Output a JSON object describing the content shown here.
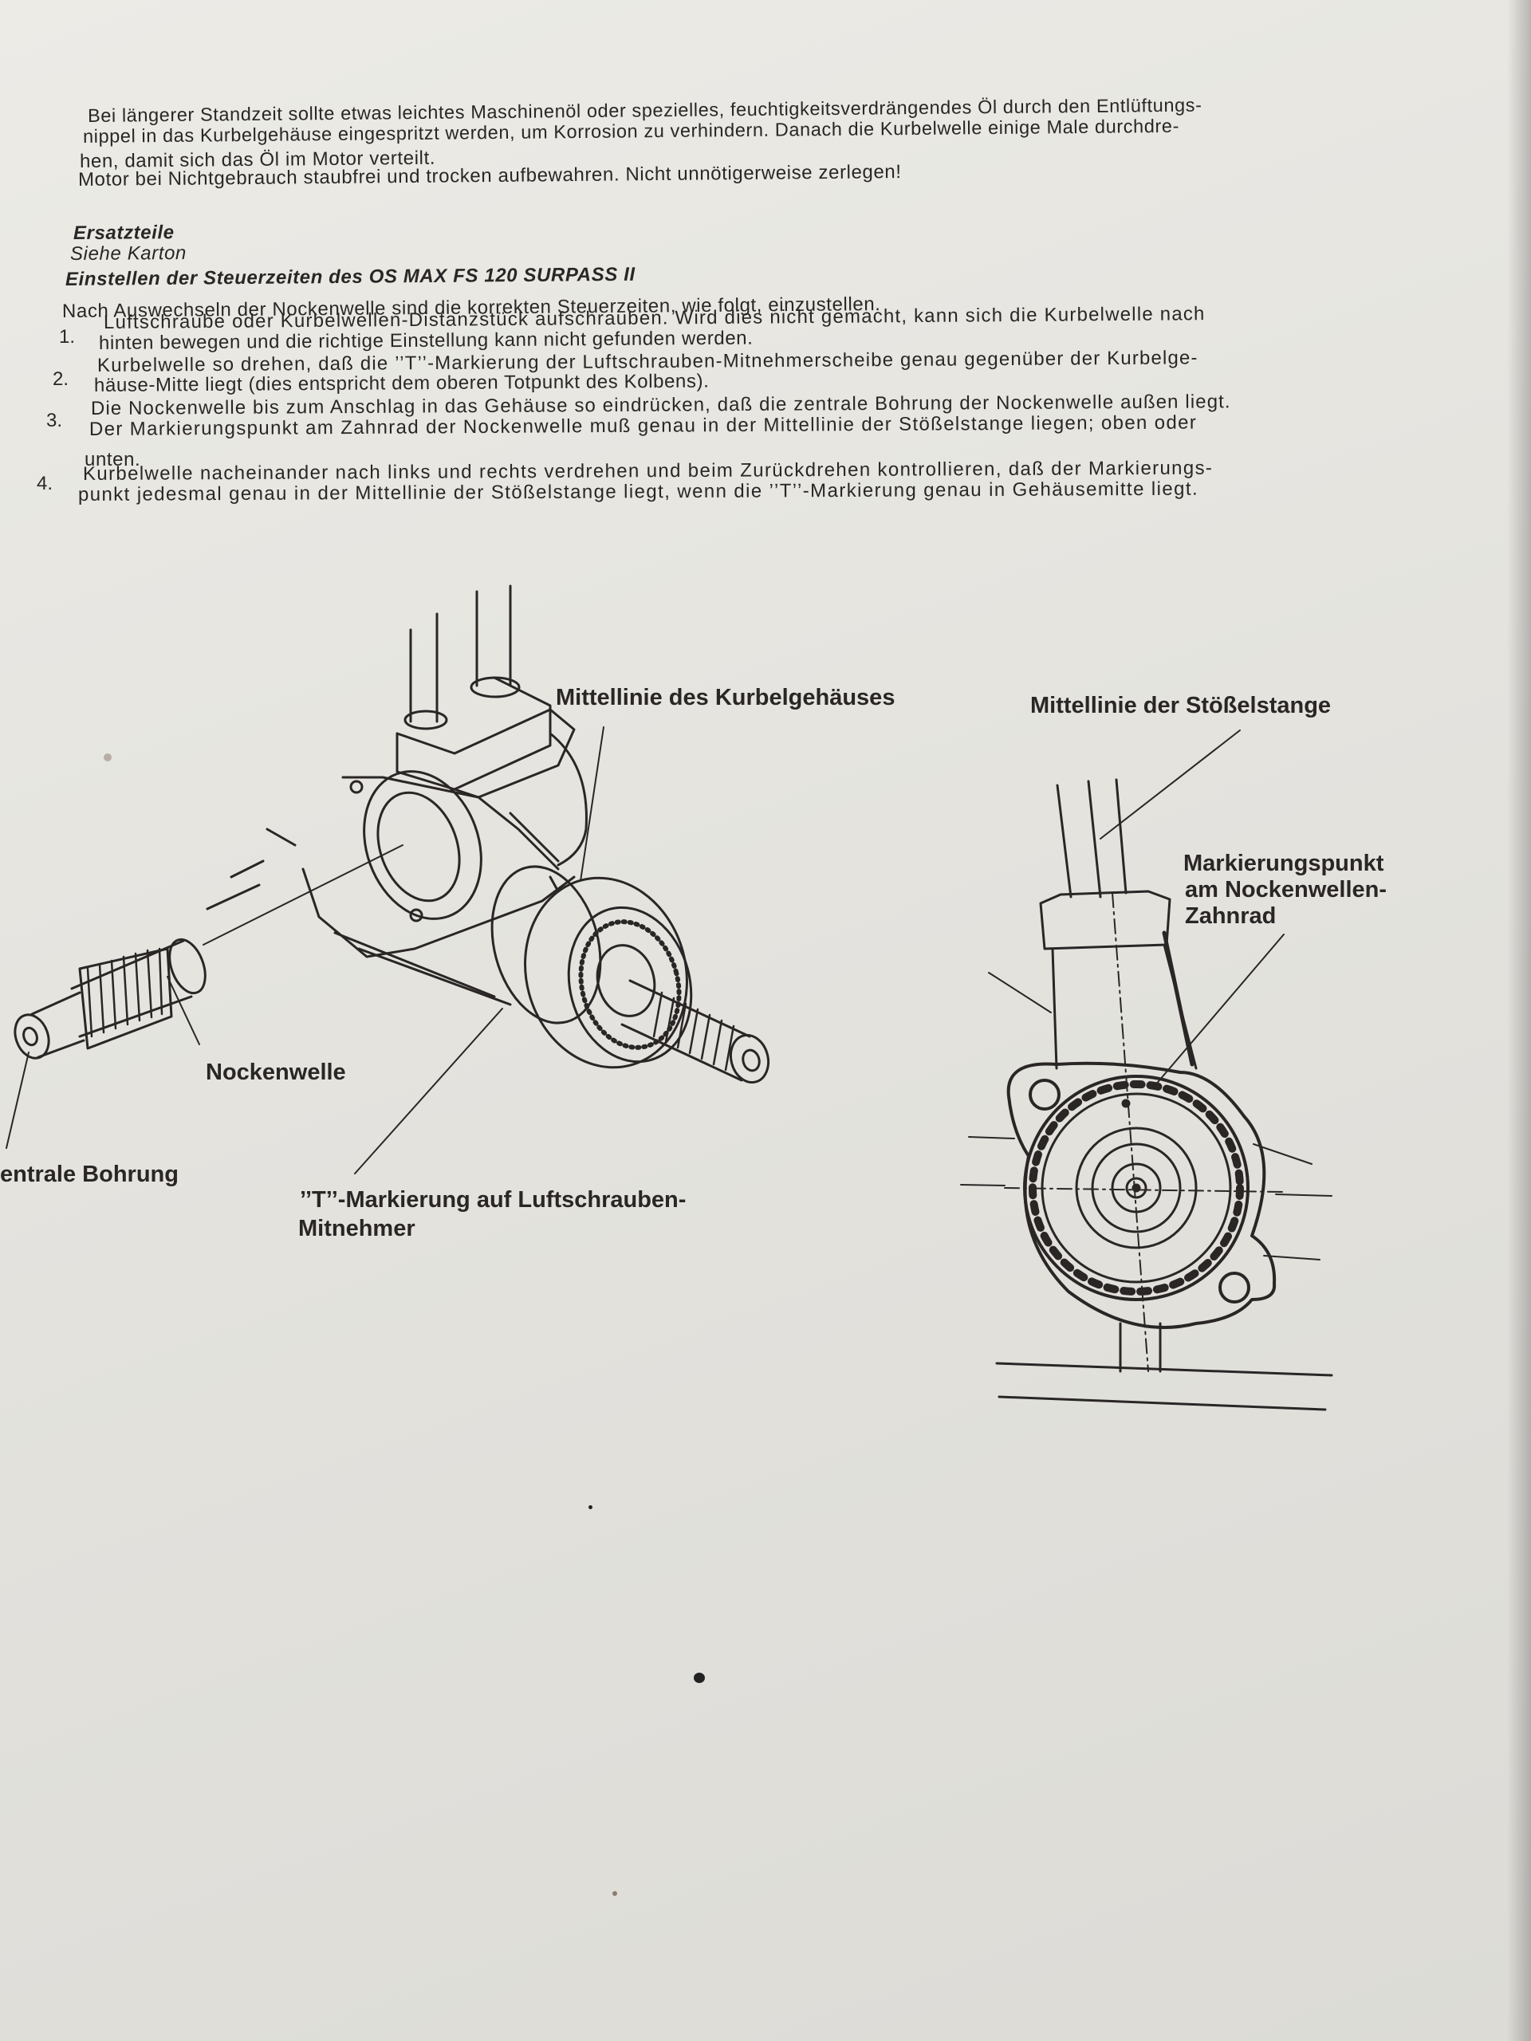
{
  "intro": {
    "line1": "Bei längerer Standzeit sollte etwas leichtes Maschinenöl oder spezielles, feuchtigkeitsverdrängendes Öl durch den Entlüftungs-",
    "line2": "nippel in das Kurbelgehäuse eingespritzt werden, um Korrosion zu verhindern. Danach die Kurbelwelle einige Male durchdre-",
    "line3": "hen, damit sich das Öl im Motor verteilt.",
    "line4": "Motor bei Nichtgebrauch staubfrei und trocken aufbewahren. Nicht unnötigerweise zerlegen!"
  },
  "spare_parts": {
    "heading": "Ersatzteile",
    "text": "Siehe Karton"
  },
  "timing": {
    "heading": "Einstellen der Steuerzeiten des OS MAX FS 120 SURPASS II",
    "intro": "Nach Auswechseln der Nockenwelle sind die korrekten Steuerzeiten, wie folgt, einzustellen.",
    "steps": [
      {
        "num": "1.",
        "lines": [
          "Luftschraube oder Kurbelwellen-Distanzstück aufschrauben. Wird dies nicht gemacht, kann sich die Kurbelwelle nach",
          "hinten bewegen und die richtige Einstellung kann nicht gefunden werden."
        ]
      },
      {
        "num": "2.",
        "lines": [
          "Kurbelwelle so drehen, daß die ’’T’’-Markierung der Luftschrauben-Mitnehmerscheibe genau gegenüber der Kurbelge-",
          "häuse-Mitte liegt (dies entspricht dem oberen Totpunkt des Kolbens)."
        ]
      },
      {
        "num": "3.",
        "lines": [
          "Die Nockenwelle bis zum Anschlag in das Gehäuse so eindrücken, daß die zentrale Bohrung der Nockenwelle außen liegt.",
          "Der Markierungspunkt am Zahnrad der Nockenwelle muß genau in der Mittellinie der Stößelstange liegen; oben oder",
          "unten."
        ]
      },
      {
        "num": "4.",
        "lines": [
          "Kurbelwelle nacheinander nach links und rechts verdrehen und beim Zurückdrehen kontrollieren, daß der Markierungs-",
          "punkt jedesmal genau in der Mittellinie der Stößelstange liegt, wenn die ’’T’’-Markierung genau in Gehäusemitte liegt."
        ]
      }
    ]
  },
  "figure": {
    "label_crankcase_centerline": "Mittellinie des Kurbelgehäuses",
    "label_pushrod_centerline": "Mittellinie der Stößelstange",
    "label_marking_point_1": "Markierungspunkt",
    "label_marking_point_2": "am Nockenwellen-",
    "label_marking_point_3": "Zahnrad",
    "label_camshaft": "Nockenwelle",
    "label_central_bore": "entrale Bohrung",
    "label_t_mark_1": "’’T’’-Markierung auf Luftschrauben-",
    "label_t_mark_2": "Mitnehmer"
  },
  "colors": {
    "paper": "#e6e5e0",
    "ink": "#2a2626"
  }
}
